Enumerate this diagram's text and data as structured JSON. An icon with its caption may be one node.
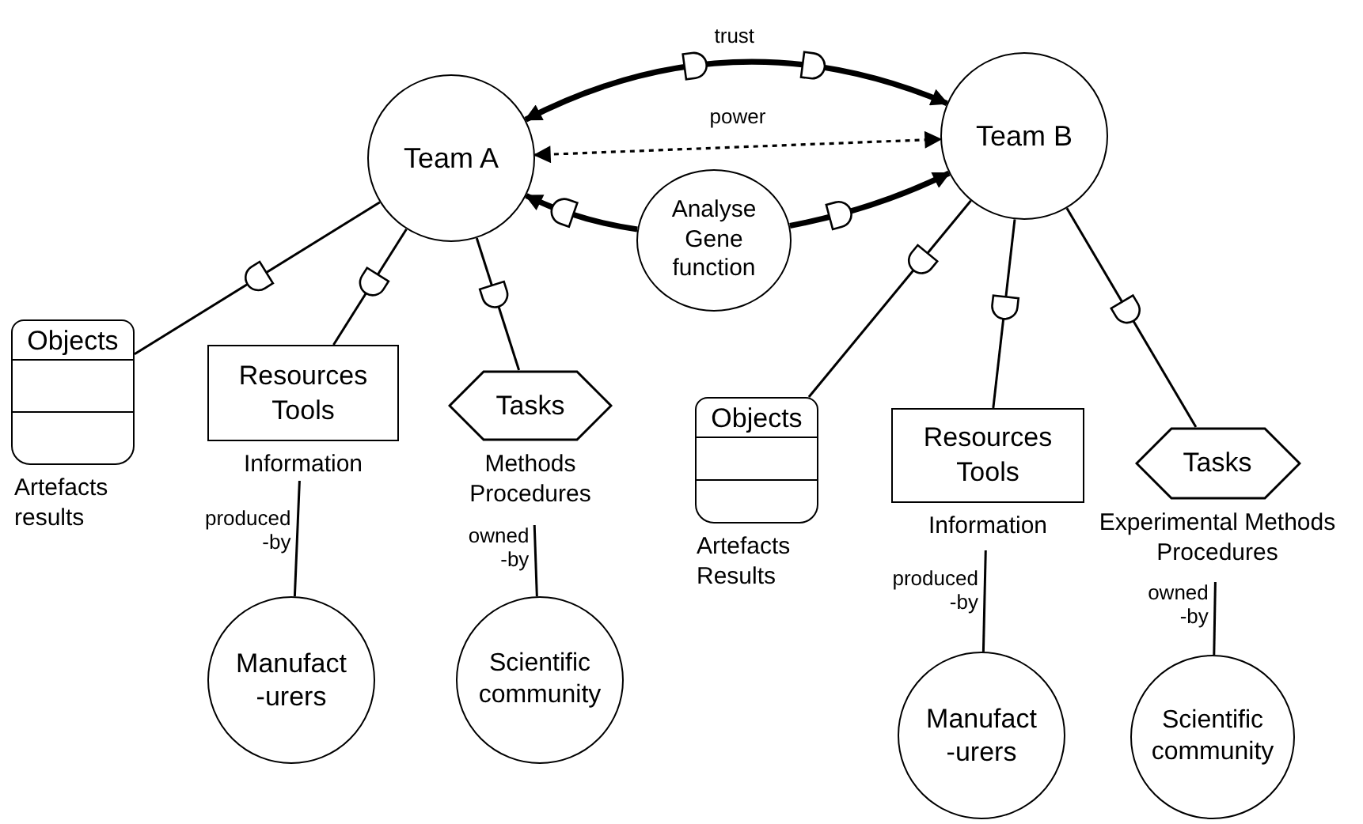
{
  "diagram": {
    "nodes": [
      {
        "text": [
          "Team A"
        ]
      },
      {
        "text": [
          "Team B"
        ]
      },
      {
        "text": [
          "Analyse Gene function"
        ]
      },
      {
        "text": [
          "Objects"
        ],
        "beside": [
          "Artefacts results"
        ]
      },
      {
        "text": [
          "Resources Tools"
        ],
        "beside": [
          "Information"
        ]
      },
      {
        "text": [
          "Tasks"
        ],
        "beside": [
          "Methods Procedures"
        ]
      },
      {
        "text": [
          "Manufact -urers"
        ]
      },
      {
        "text": [
          "Scientific community"
        ]
      },
      {
        "text": [
          "Objects"
        ],
        "beside": [
          "Artefacts Results"
        ]
      },
      {
        "text": [
          "Resources Tools"
        ],
        "beside": [
          "Information"
        ]
      },
      {
        "text": [
          "Tasks"
        ],
        "beside": [
          "Experimental Methods Procedures"
        ]
      },
      {
        "text": [
          "Manufact -urers"
        ]
      },
      {
        "text": [
          "Scientific community"
        ]
      }
    ],
    "edges": [
      {
        "from": 0,
        "to": 1,
        "arrow": "both",
        "label": "trust",
        "style": "thick"
      },
      {
        "from": 0,
        "to": 1,
        "arrow": "both",
        "label": "power",
        "style": "dashed"
      },
      {
        "from": 2,
        "to": 0,
        "arrow": "to",
        "style": "thick"
      },
      {
        "from": 2,
        "to": 1,
        "arrow": "to",
        "style": "thick"
      },
      {
        "from": 0,
        "to": 3,
        "arrow": "none"
      },
      {
        "from": 0,
        "to": 4,
        "arrow": "none"
      },
      {
        "from": 0,
        "to": 5,
        "arrow": "none"
      },
      {
        "from": 1,
        "to": 8,
        "arrow": "none"
      },
      {
        "from": 1,
        "to": 9,
        "arrow": "none"
      },
      {
        "from": 1,
        "to": 10,
        "arrow": "none"
      },
      {
        "from": 4,
        "to": 6,
        "arrow": "none",
        "label": "produced -by"
      },
      {
        "from": 5,
        "to": 7,
        "arrow": "none",
        "label": "owned -by"
      },
      {
        "from": 9,
        "to": 11,
        "arrow": "none",
        "label": "produced -by"
      },
      {
        "from": 10,
        "to": 12,
        "arrow": "none",
        "label": "owned -by"
      }
    ]
  }
}
